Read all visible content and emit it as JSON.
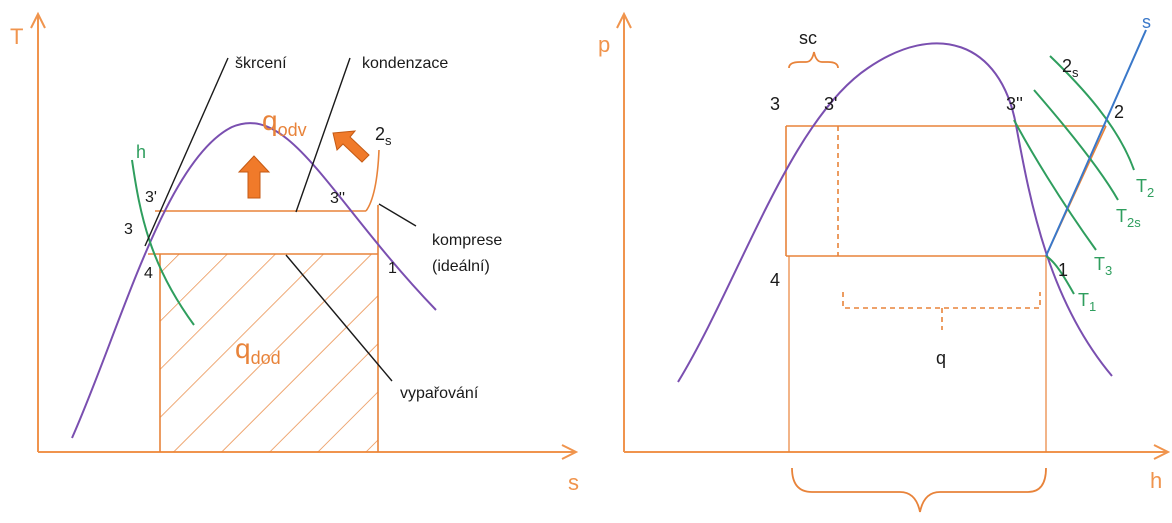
{
  "colors": {
    "axis": "#f0944d",
    "cycle": "#e8833a",
    "dome": "#7a4fb0",
    "isotherm": "#2f9e5e",
    "isentrope": "#3a78c9",
    "leader": "#1a1a1a",
    "arrow": "#f07a2a",
    "arrow_outline": "#c45a14"
  },
  "icons": {
    "heat_arrow_up": "orange-block-arrow-up",
    "heat_arrow_diag": "orange-block-arrow-upleft"
  },
  "ts_diagram": {
    "axis_y": "T",
    "axis_x": "s",
    "points": {
      "p3": "3",
      "p3prime": "3'",
      "p3dblprime": "3''",
      "p4": "4",
      "p1": "1",
      "p2s_main": "2",
      "p2s_sub": "s"
    },
    "curve_h": "h",
    "heat_out_main": "q",
    "heat_out_sub": "odv",
    "heat_in_main": "q",
    "heat_in_sub": "dod",
    "callouts": {
      "throttling": "škrcení",
      "condensation": "kondenzace",
      "compression_line1": "komprese",
      "compression_line2": "(ideální)",
      "evaporation": "vypařování"
    }
  },
  "ph_diagram": {
    "axis_y": "p",
    "axis_x": "h",
    "brace_sc": "sc",
    "points": {
      "p3": "3",
      "p3prime": "3'",
      "p3dblprime": "3''",
      "p4": "4",
      "p1": "1",
      "p2": "2",
      "p2s_main": "2",
      "p2s_sub": "s"
    },
    "isentrope_s": "s",
    "isotherms": {
      "t2_main": "T",
      "t2_sub": "2",
      "t2s_main": "T",
      "t2s_sub": "2s",
      "t3_main": "T",
      "t3_sub": "3",
      "t1_main": "T",
      "t1_sub": "1"
    },
    "q_label": "q"
  }
}
